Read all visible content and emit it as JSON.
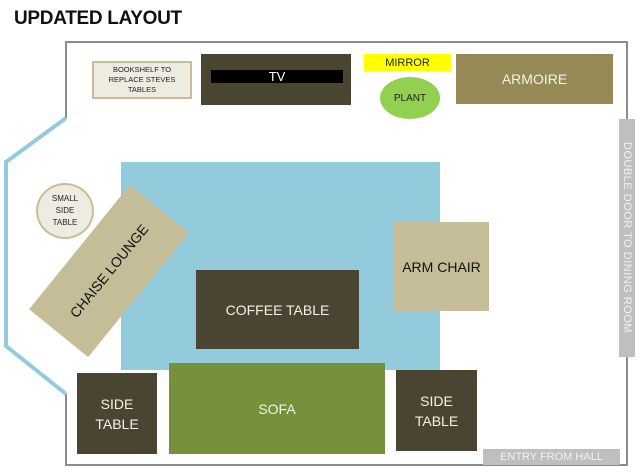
{
  "title": "UPDATED LAYOUT",
  "colors": {
    "wall": "#8c8c8c",
    "bay_window": "#93cbdd",
    "rug": "#93cbdd",
    "dark_furniture": "#4a4530",
    "sofa": "#76913b",
    "tan_furniture": "#c4bd98",
    "armoire": "#958a55",
    "mirror": "#ffff00",
    "plant": "#92d050",
    "door": "#bfbfbf"
  },
  "furniture": {
    "bookshelf": "BOOKSHELF TO REPLACE STEVES TABLES",
    "tv": "TV",
    "mirror": "MIRROR",
    "plant": "PLANT",
    "armoire": "ARMOIRE",
    "small_side_table": "SMALL SIDE TABLE",
    "chaise_lounge": "CHAISE LOUNGE",
    "arm_chair": "ARM CHAIR",
    "coffee_table": "COFFEE TABLE",
    "side_table_left": "SIDE TABLE",
    "sofa": "SOFA",
    "side_table_right": "SIDE TABLE"
  },
  "doors": {
    "dining": "DOUBLE DOOR TO DINING ROOM",
    "entry": "ENTRY FROM HALL"
  }
}
